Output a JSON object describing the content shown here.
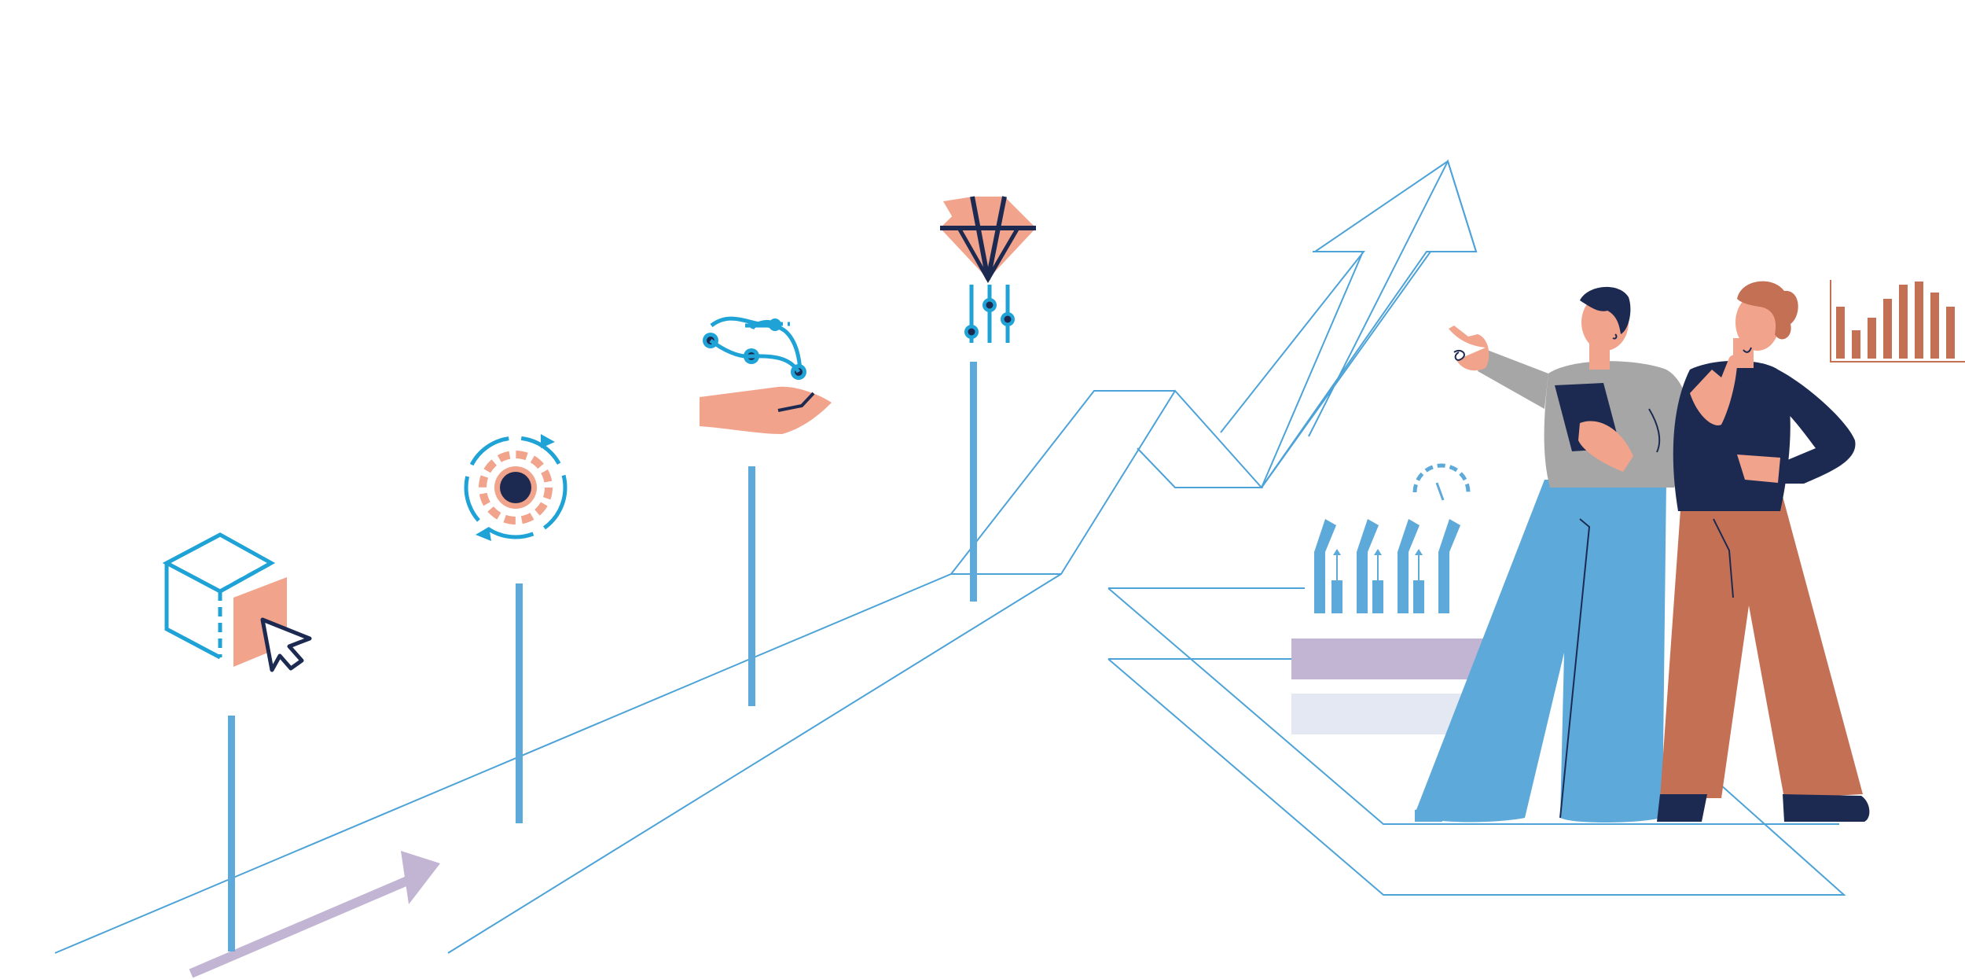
{
  "palette": {
    "line_blue": "#4da3d8",
    "pole_blue": "#5da9d9",
    "icon_cyan": "#1fa3d6",
    "salmon": "#f1a38c",
    "navy": "#1c2a52",
    "lavender": "#c2b4d3",
    "pale_lavender": "#e4e8f3",
    "terracotta": "#c47055",
    "gray": "#a6a6a6"
  },
  "milestones": [
    {
      "icon": "cube-cursor-icon"
    },
    {
      "icon": "gear-cycle-icon"
    },
    {
      "icon": "hand-route-icon"
    },
    {
      "icon": "diamond-sliders-icon"
    }
  ],
  "illustration": {
    "elements": [
      "growth-arrow",
      "perspective-road",
      "stacked-bars",
      "bar-chart-icon",
      "man-with-tablet",
      "woman-thinking"
    ]
  }
}
